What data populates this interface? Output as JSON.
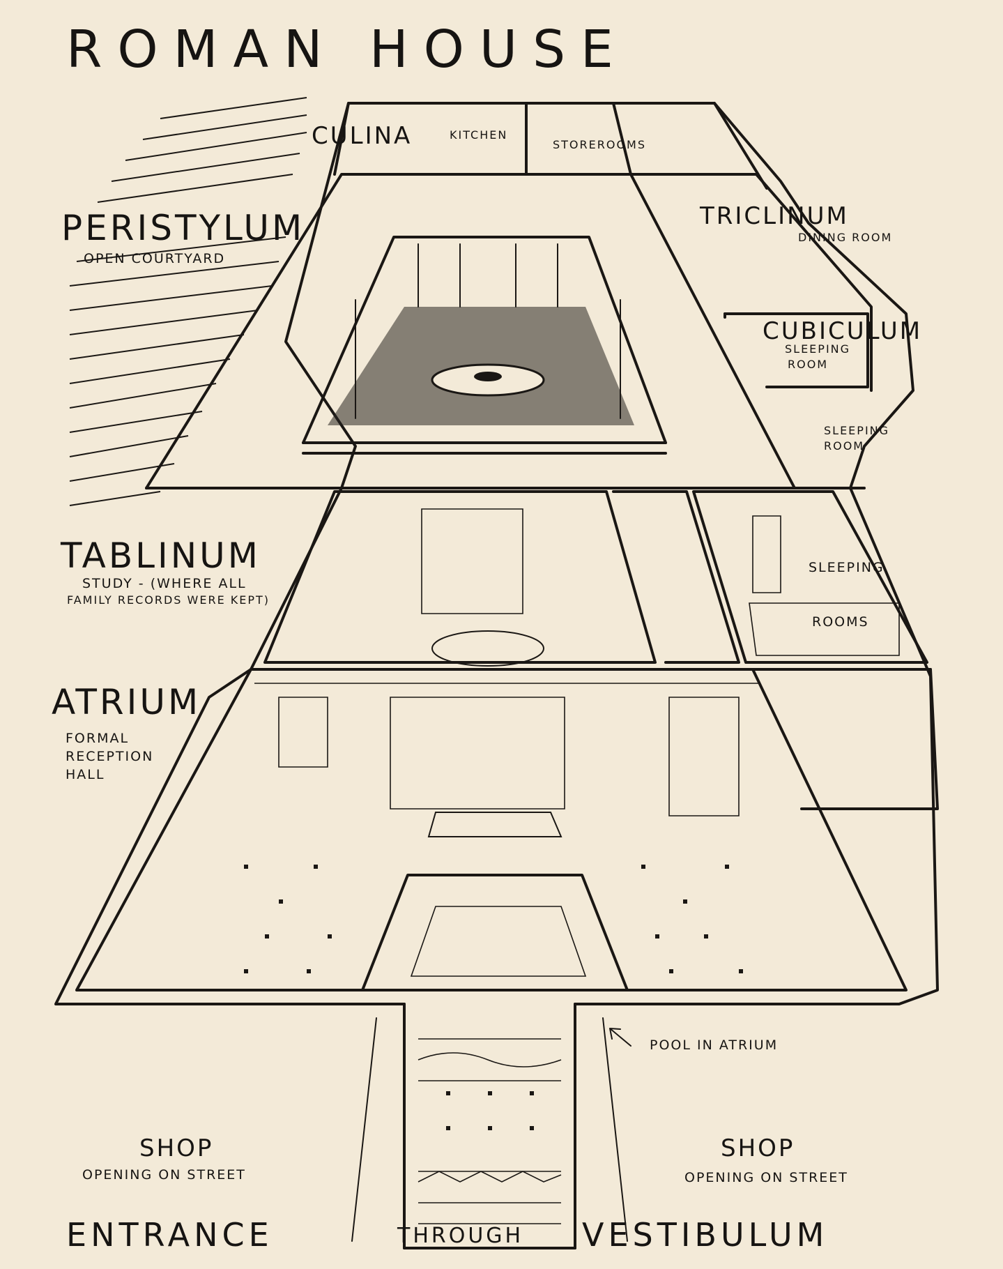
{
  "title": "ROMAN HOUSE",
  "rooms": {
    "culina": {
      "name": "CULINA",
      "desc": "KITCHEN"
    },
    "storerooms": {
      "name": "STOREROOMS"
    },
    "peristylum": {
      "name": "PERISTYLUM",
      "desc": "OPEN COURTYARD"
    },
    "triclinum": {
      "name": "TRICLINUM",
      "desc": "DINING ROOM"
    },
    "cubiculum": {
      "name": "CUBICULUM",
      "desc_line1": "SLEEPING",
      "desc_line2": "ROOM"
    },
    "sleeping_room_right": {
      "line1": "SLEEPING",
      "line2": "ROOM"
    },
    "tablinum": {
      "name": "TABLINUM",
      "desc_line1": "STUDY - (WHERE ALL",
      "desc_line2": "FAMILY RECORDS WERE KEPT)"
    },
    "sleeping_rooms": {
      "line1": "SLEEPING",
      "line2": "ROOMS"
    },
    "atrium": {
      "name": "ATRIUM",
      "desc_line1": "FORMAL",
      "desc_line2": "RECEPTION",
      "desc_line3": "HALL"
    },
    "pool": {
      "label": "POOL IN ATRIUM"
    },
    "shop_left": {
      "name": "SHOP",
      "desc": "OPENING ON STREET"
    },
    "shop_right": {
      "name": "SHOP",
      "desc": "OPENING ON STREET"
    }
  },
  "footer": {
    "entrance": "ENTRANCE",
    "through": "THROUGH",
    "vestibulum": "VESTIBULUM"
  }
}
